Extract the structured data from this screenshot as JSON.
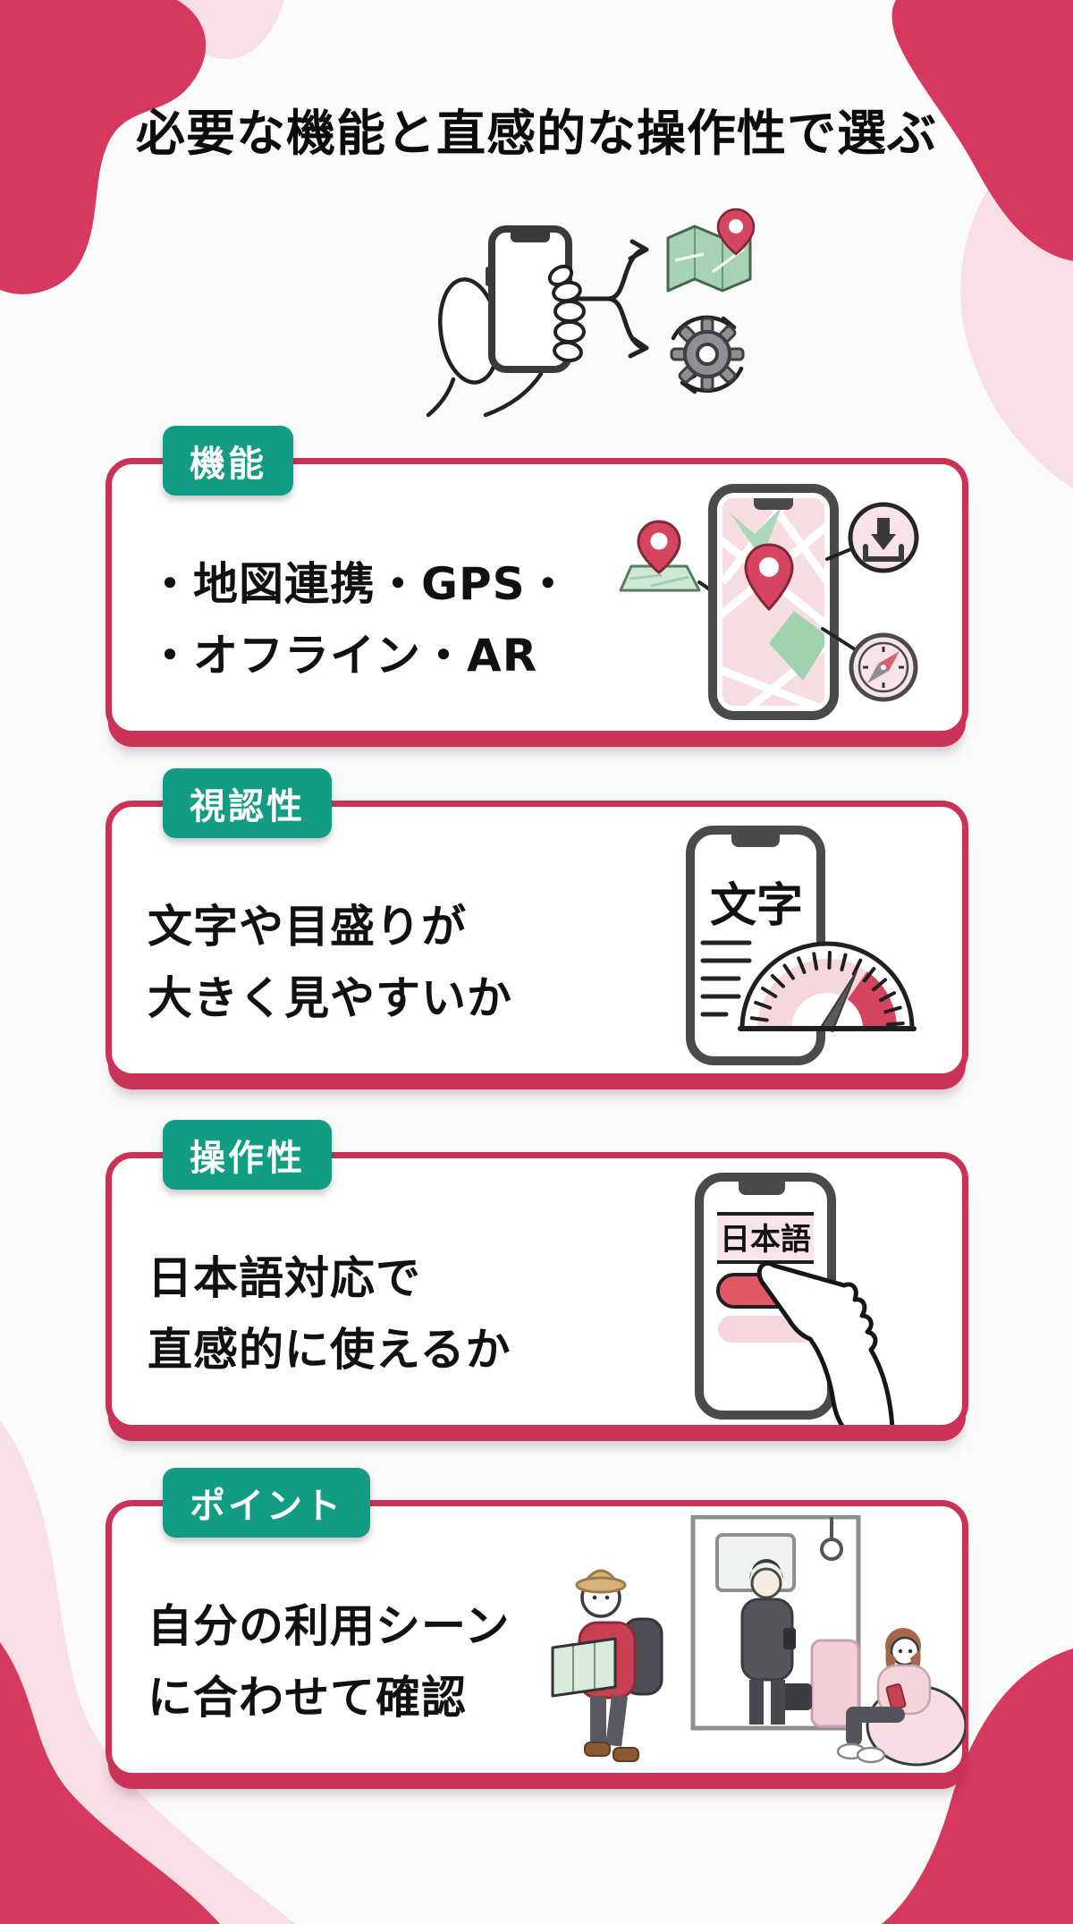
{
  "title": "必要な機能と直感的な操作性で選ぶ",
  "colors": {
    "accent_red": "#cb3356",
    "blob_red": "#d5395d",
    "blob_pink": "#f7dfe5",
    "badge_green": "#129c84",
    "map_green": "#a7d2b3",
    "screen_pink": "#f6dde2",
    "text": "#111111"
  },
  "hero": {
    "icons": [
      "hand-holding-phone-icon",
      "folded-map-pin-icon",
      "sync-gear-icon"
    ]
  },
  "cards": [
    {
      "badge": "機能",
      "lines": [
        "・地図連携・GPS・",
        "・オフライン・AR"
      ],
      "icons": [
        "map-pin-icon",
        "phone-map-icon",
        "download-icon",
        "compass-icon"
      ]
    },
    {
      "badge": "視認性",
      "lines": [
        "文字や目盛りが",
        "大きく見やすいか"
      ],
      "screen_label": "文字",
      "icons": [
        "phone-text-icon",
        "gauge-icon"
      ]
    },
    {
      "badge": "操作性",
      "lines": [
        "日本語対応で",
        "直感的に使えるか"
      ],
      "screen_label": "日本語",
      "icons": [
        "phone-button-icon",
        "pointing-hand-icon"
      ]
    },
    {
      "badge": "ポイント",
      "lines": [
        "自分の利用シーン",
        "に合わせて確認"
      ],
      "icons": [
        "hiker-reading-map",
        "commuter-on-train",
        "woman-sitting-with-phone"
      ]
    }
  ]
}
